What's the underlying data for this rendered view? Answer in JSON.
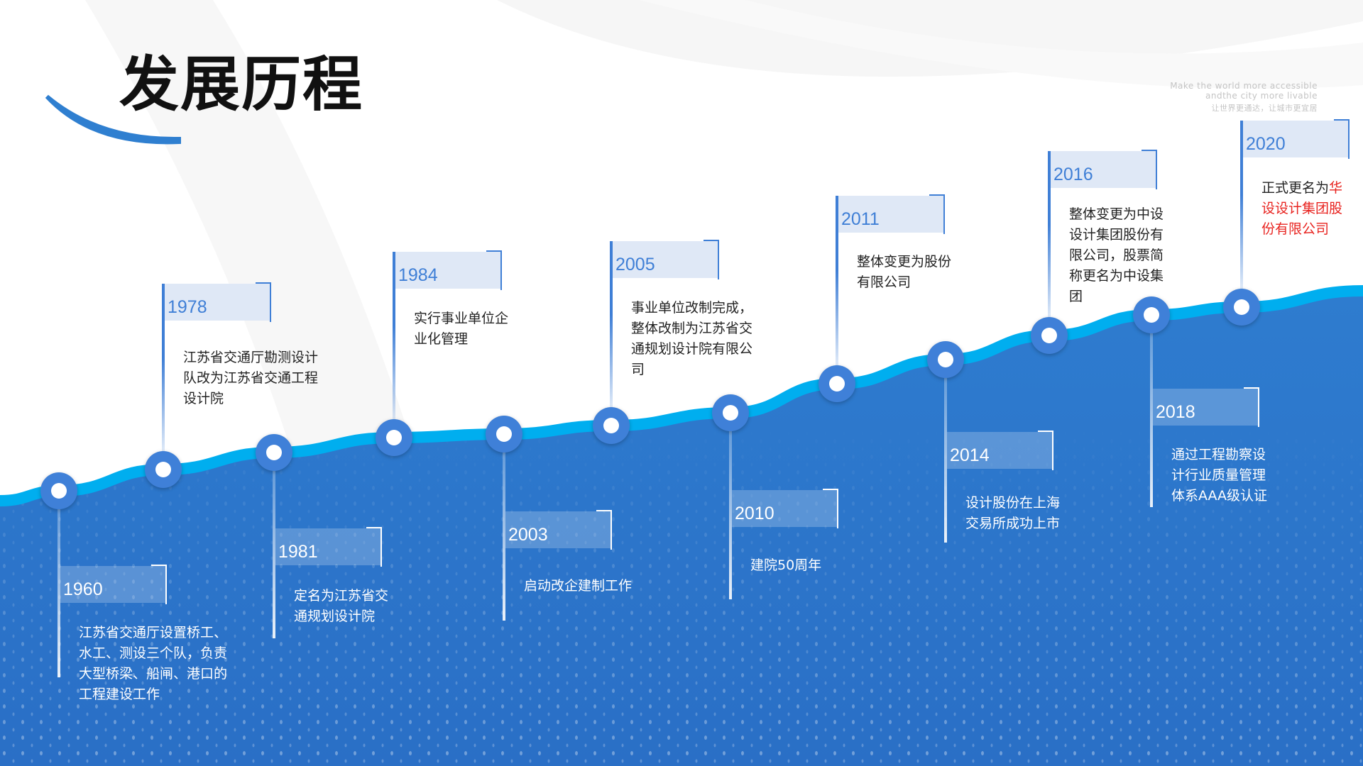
{
  "title": "发展历程",
  "tagline": {
    "en_line1": "Make the world more accessible",
    "en_line2": "andthe city more livable",
    "cn": "让世界更通达，让城市更宜居"
  },
  "colors": {
    "accent": "#3f80d8",
    "wave_top": "#00aeef",
    "wave": "#2f7fd0",
    "highlight": "#e8231f"
  },
  "milestones": [
    {
      "year": "1960",
      "text": "江苏省交通厅设置桥工、水工、测设三个队，负责大型桥梁、船闸、港口的工程建设工作"
    },
    {
      "year": "1978",
      "text": "江苏省交通厅勘测设计队改为江苏省交通工程设计院"
    },
    {
      "year": "1981",
      "text": "定名为江苏省交通规划设计院"
    },
    {
      "year": "1984",
      "text": "实行事业单位企业化管理"
    },
    {
      "year": "2003",
      "text": "启动改企建制工作"
    },
    {
      "year": "2005",
      "text": "事业单位改制完成，整体改制为江苏省交通规划设计院有限公司"
    },
    {
      "year": "2010",
      "text": "建院50周年"
    },
    {
      "year": "2011",
      "text": "整体变更为股份有限公司"
    },
    {
      "year": "2014",
      "text": "设计股份在上海交易所成功上市"
    },
    {
      "year": "2016",
      "text": "整体变更为中设设计集团股份有限公司，股票简称更名为中设集团"
    },
    {
      "year": "2018",
      "text": "通过工程勘察设计行业质量管理体系AAA级认证"
    },
    {
      "year": "2020",
      "text": "正式更名为",
      "highlight": "华设设计集团股份有限公司"
    }
  ]
}
